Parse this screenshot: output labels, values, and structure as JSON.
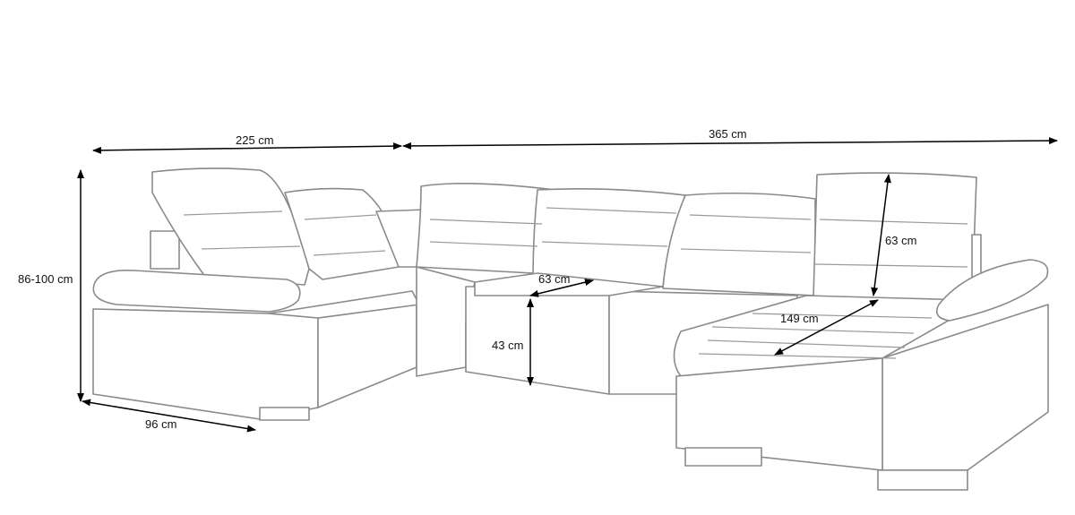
{
  "dimensions": {
    "left_width": "225 cm",
    "right_width": "365 cm",
    "height": "86-100 cm",
    "depth": "96 cm",
    "seat_depth": "63 cm",
    "seat_height": "43 cm",
    "backrest_height": "63 cm",
    "chaise_length": "149 cm"
  }
}
